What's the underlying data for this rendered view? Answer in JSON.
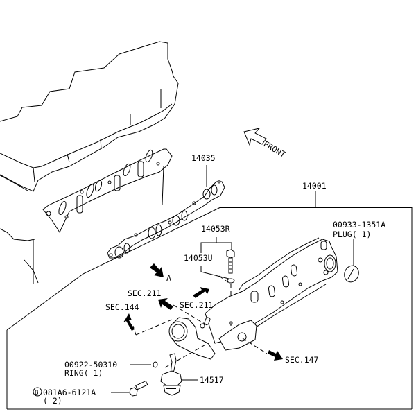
{
  "diagram": {
    "title": "Intake manifold parts diagram",
    "direction_label": "FRONT",
    "view_marker": "A",
    "parts": [
      {
        "id": "gasket",
        "number": "14035"
      },
      {
        "id": "manifold",
        "number": "14001"
      },
      {
        "id": "bolt",
        "number": "14053R"
      },
      {
        "id": "washer",
        "number": "14053U"
      },
      {
        "id": "plug",
        "number": "00933-1351A",
        "desc": "PLUG( 1)"
      },
      {
        "id": "ring",
        "number": "00922-50310",
        "desc": "RING( 1)"
      },
      {
        "id": "actuator",
        "number": "14517"
      },
      {
        "id": "flange-bolt",
        "prefix": "B",
        "number": "081A6-6121A",
        "desc": "( 2)"
      }
    ],
    "section_refs": [
      {
        "id": "sec211-left",
        "label": "SEC.211"
      },
      {
        "id": "sec211-right",
        "label": "SEC.211"
      },
      {
        "id": "sec144",
        "label": "SEC.144"
      },
      {
        "id": "sec147",
        "label": "SEC.147"
      }
    ]
  }
}
